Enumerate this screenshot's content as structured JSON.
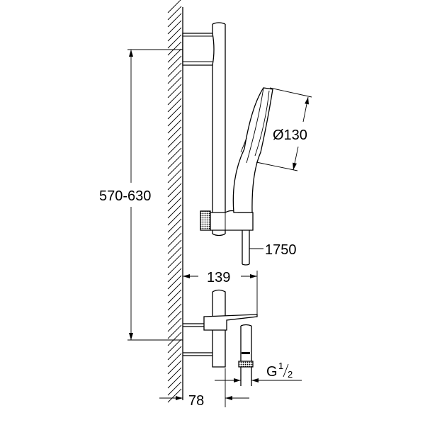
{
  "dimensions": {
    "height_range": "570-630",
    "head_diameter": "Ø130",
    "hose_length": "1750",
    "projection": "139",
    "wall_distance": "78",
    "thread": {
      "letter": "G",
      "num": "1",
      "den": "2"
    }
  },
  "colors": {
    "line": "#000000",
    "background": "#ffffff"
  }
}
